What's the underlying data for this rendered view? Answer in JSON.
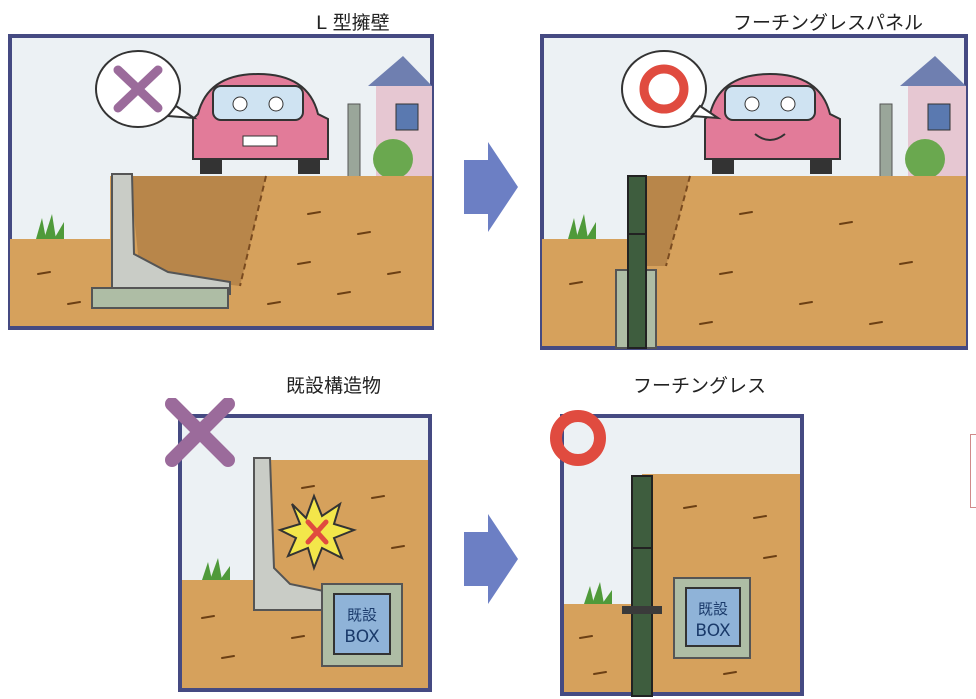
{
  "captions": {
    "top_left": "L 型擁壁",
    "top_right": "フーチングレスパネル",
    "bottom_left": "既設構造物",
    "bottom_right": "フーチングレス"
  },
  "panels": {
    "bottom_left_box_label_line1": "既設",
    "bottom_left_box_label_line2": "BOX",
    "bottom_right_box_label_line1": "既設",
    "bottom_right_box_label_line2": "BOX"
  },
  "colors": {
    "frame": "#454a82",
    "sky": "#ecf1f4",
    "soil": "#d6a15c",
    "soil_dark": "#b8864a",
    "concrete": "#c9ccc6",
    "arrow": "#6c7fc4",
    "bad_mark": "#9b6b9b",
    "good_mark": "#e04b3f",
    "car": "#e27b99",
    "box_fill": "#8fb3d8"
  },
  "icons": [
    "cross-mark-icon",
    "circle-mark-icon",
    "arrow-right-icon",
    "car-icon",
    "house-icon",
    "grass-icon",
    "explosion-icon"
  ]
}
